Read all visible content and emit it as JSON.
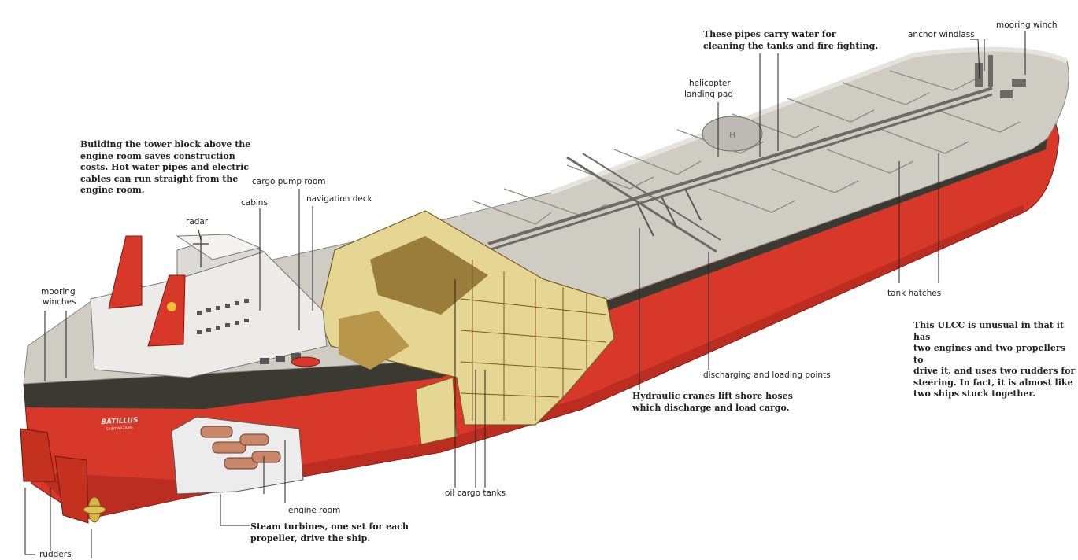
{
  "ship": {
    "hull_name": "BATILLUS",
    "hull_subtitle": "SAINT-NAZAIRE"
  },
  "colors": {
    "hull_red": "#d8382a",
    "hull_dark": "#a8261c",
    "deck": "#cfccc4",
    "deck_edge": "#e6e3dc",
    "band": "#3a3a32",
    "tank_interior": "#e5d694",
    "tank_shadow": "#9a7d3a",
    "engine_room": "#ececec",
    "turbine": "#c9876a"
  },
  "labels": {
    "mooring_winch": "mooring winch",
    "anchor_windlass": "anchor windlass",
    "helicopter_pad_1": "helicopter",
    "helicopter_pad_2": "landing pad",
    "cargo_pump_room": "cargo pump room",
    "navigation_deck": "navigation deck",
    "cabins": "cabins",
    "radar": "radar",
    "mooring_winches_1": "mooring",
    "mooring_winches_2": "winches",
    "tank_hatches": "tank hatches",
    "discharging_loading": "discharging and loading points",
    "oil_cargo_tanks": "oil cargo tanks",
    "engine_room": "engine room",
    "rudders": "rudders"
  },
  "notes": {
    "pipes": [
      "These pipes carry water for",
      "cleaning the tanks and fire fighting."
    ],
    "tower": [
      "Building the tower block above the",
      "engine room saves construction",
      "costs. Hot water pipes and electric",
      "cables can run straight from the",
      "engine room."
    ],
    "ulcc": [
      "This ULCC is unusual in that it has",
      "two engines and two propellers to",
      "drive it, and uses two rudders for",
      "steering. In fact, it is almost like",
      "two ships stuck together."
    ],
    "cranes": [
      "Hydraulic cranes lift shore hoses",
      "which discharge and load cargo."
    ],
    "turbines": [
      "Steam turbines, one set for each",
      "propeller, drive the ship."
    ]
  }
}
